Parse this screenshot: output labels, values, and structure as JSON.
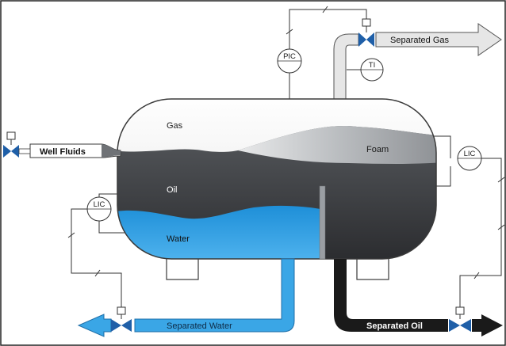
{
  "labels": {
    "gas": "Gas",
    "foam": "Foam",
    "oil": "Oil",
    "water": "Water",
    "well_fluids": "Well Fluids",
    "separated_gas": "Separated Gas",
    "separated_water": "Separated Water",
    "separated_oil": "Separated Oil"
  },
  "instruments": {
    "pic": "PIC",
    "ti": "TI",
    "lic_right": "LIC",
    "lic_left": "LIC"
  },
  "colors": {
    "vessel_outline": "#3a3a3a",
    "gas_fill": "#f2f2f2",
    "oil_fill": "#383a3d",
    "water_fill": "#2c9be0",
    "foam_fill": "#c4c6c8",
    "valve_blue": "#1f5fa8",
    "pipe_blue": "#3aa6e6",
    "pipe_black": "#1a1a1a",
    "pipe_grey": "#e6e6e6"
  }
}
